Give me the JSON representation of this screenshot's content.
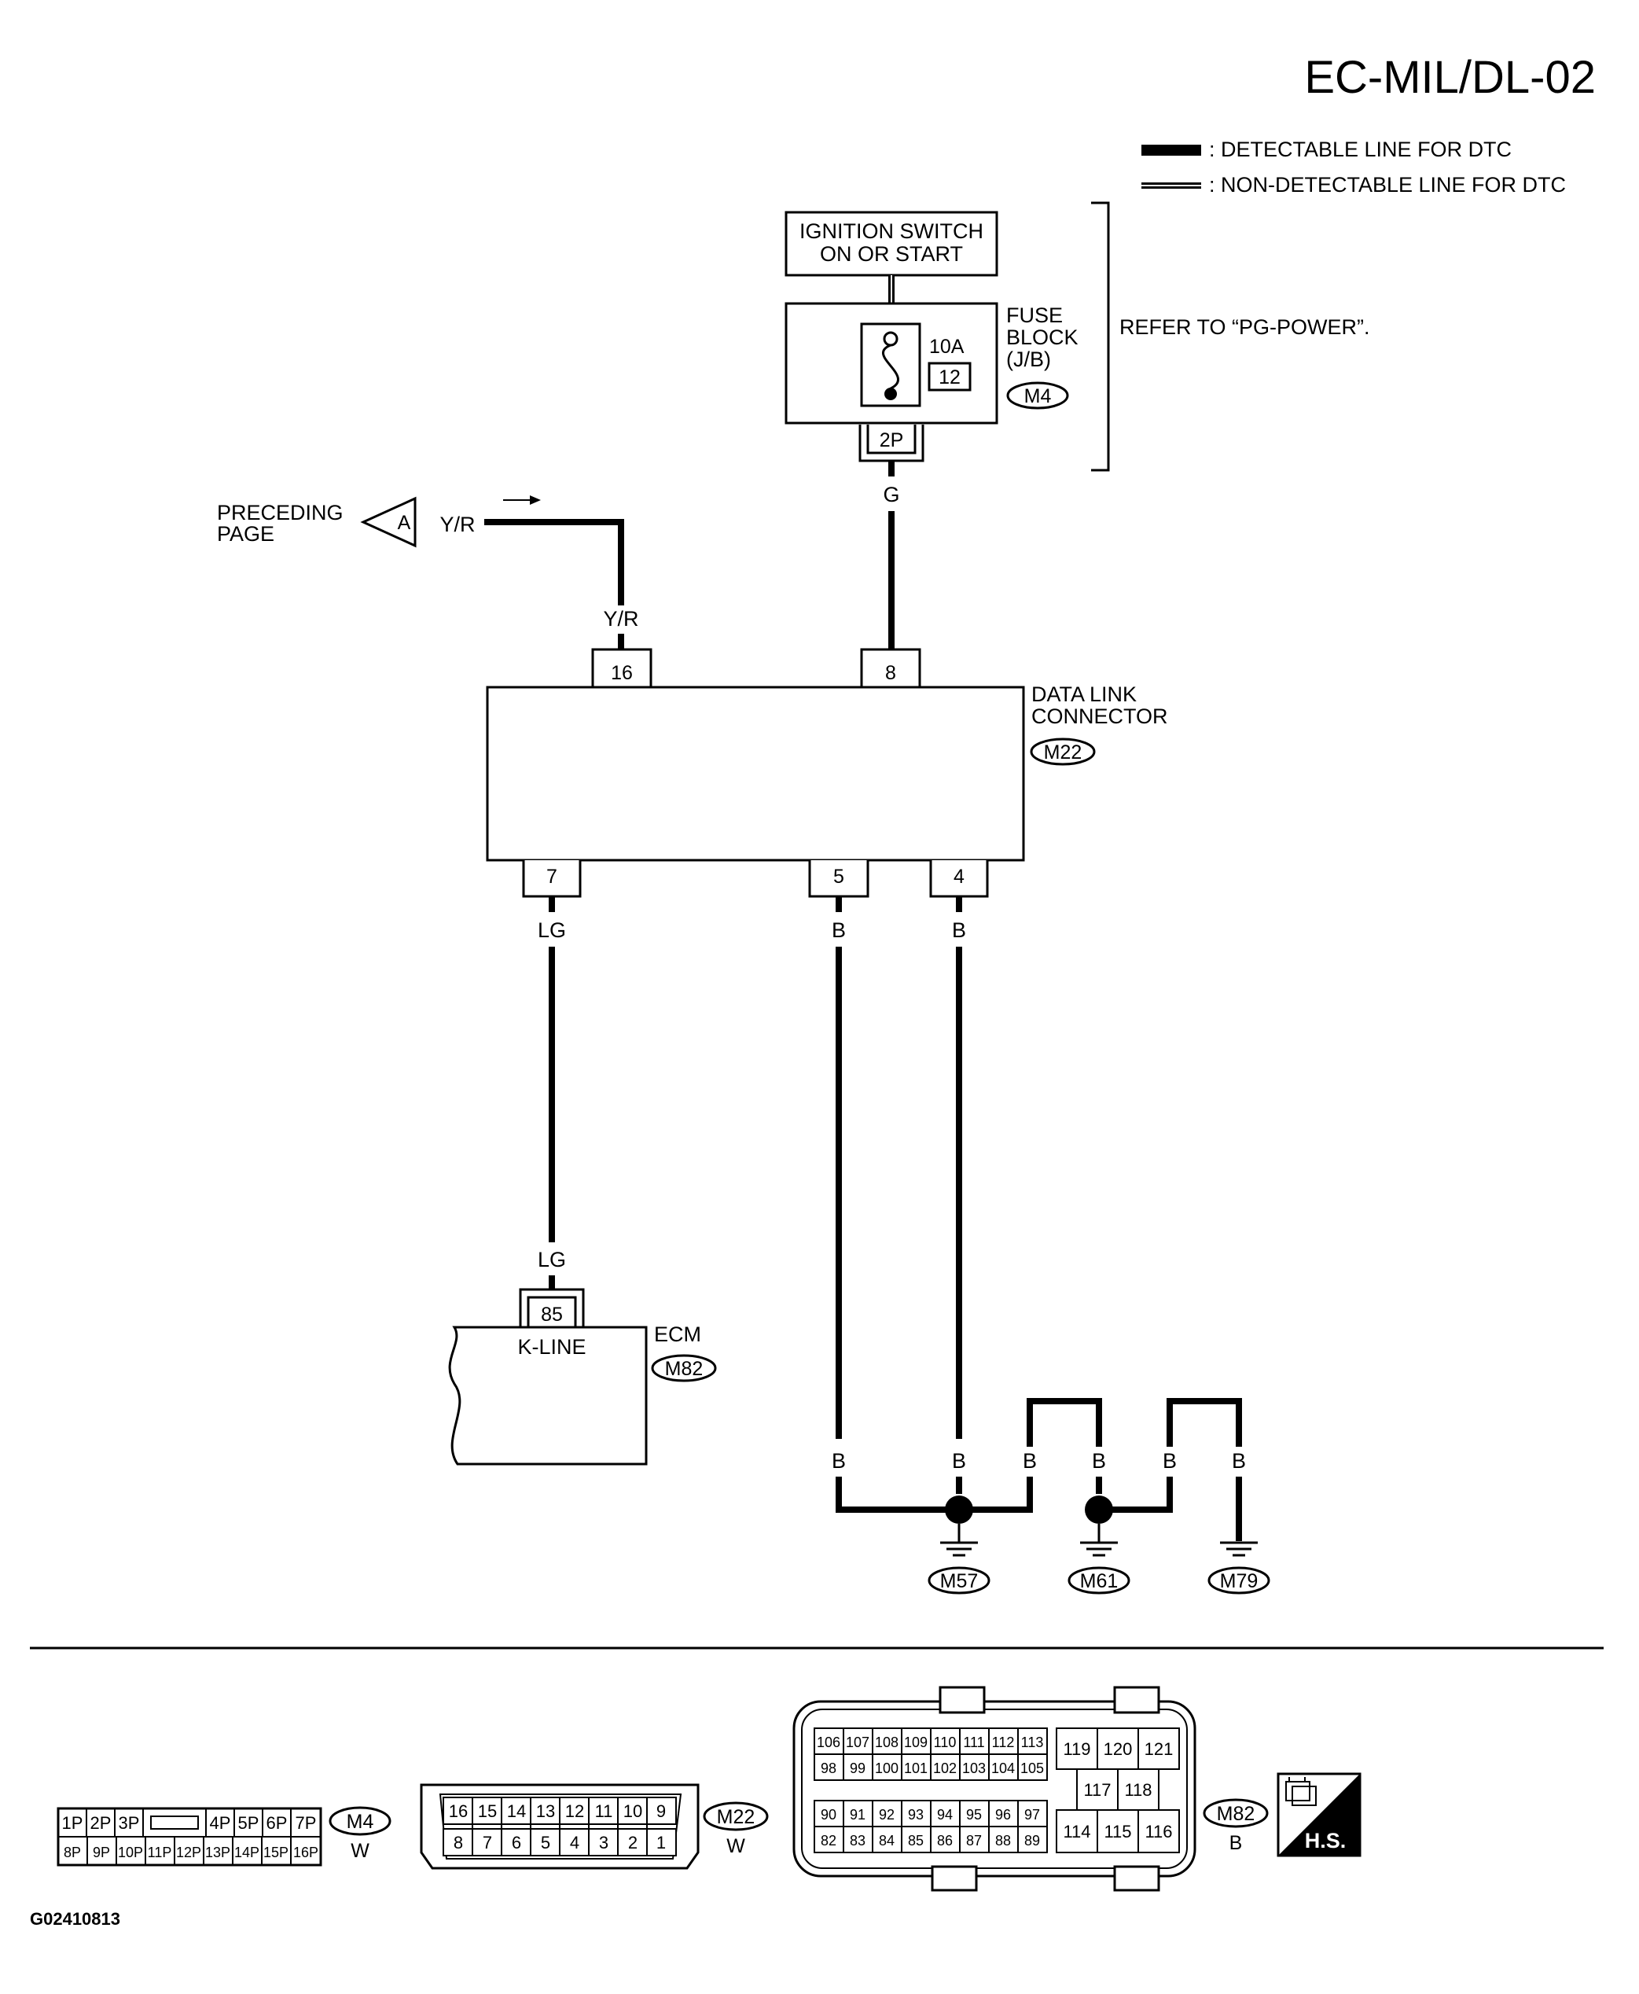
{
  "page_id": "EC-MIL/DL-02",
  "legend": {
    "detectable": ": DETECTABLE LINE FOR DTC",
    "non_detectable": ": NON-DETECTABLE LINE FOR DTC"
  },
  "ignition": {
    "line1": "IGNITION SWITCH",
    "line2": "ON OR START"
  },
  "fuse": {
    "amp": "10A",
    "number": "12",
    "title1": "FUSE",
    "title2": "BLOCK",
    "title3": "(J/B)",
    "connector": "M4",
    "terminal": "2P"
  },
  "refer": "REFER TO “PG-POWER”.",
  "preceding": {
    "line1": "PRECEDING",
    "line2": "PAGE",
    "marker": "A",
    "wire": "Y/R"
  },
  "wires": {
    "g": "G",
    "yr": "Y/R",
    "lg_top": "LG",
    "lg_bottom": "LG",
    "b5": "B",
    "b4": "B",
    "ground": [
      "B",
      "B",
      "B",
      "B",
      "B",
      "B"
    ]
  },
  "dlc": {
    "line1": "DATA LINK",
    "line2": "CONNECTOR",
    "connector": "M22",
    "pins": {
      "p16": "16",
      "p8": "8",
      "p7": "7",
      "p5": "5",
      "p4": "4"
    }
  },
  "ecm": {
    "title": "ECM",
    "connector": "M82",
    "pin": "85",
    "name": "K-LINE"
  },
  "grounds": [
    "M57",
    "M61",
    "M79"
  ],
  "connectors": {
    "m4": {
      "id": "M4",
      "color": "W",
      "top": [
        "1P",
        "2P",
        "3P",
        "4P",
        "5P",
        "6P",
        "7P"
      ],
      "bottom": [
        "8P",
        "9P",
        "10P",
        "11P",
        "12P",
        "13P",
        "14P",
        "15P",
        "16P"
      ]
    },
    "m22": {
      "id": "M22",
      "color": "W",
      "top": [
        "16",
        "15",
        "14",
        "13",
        "12",
        "11",
        "10",
        "9"
      ],
      "bottom": [
        "8",
        "7",
        "6",
        "5",
        "4",
        "3",
        "2",
        "1"
      ]
    },
    "m82": {
      "id": "M82",
      "color": "B",
      "left_rows": [
        [
          "106",
          "107",
          "108",
          "109",
          "110",
          "111",
          "112",
          "113"
        ],
        [
          "98",
          "99",
          "100",
          "101",
          "102",
          "103",
          "104",
          "105"
        ],
        [
          "90",
          "91",
          "92",
          "93",
          "94",
          "95",
          "96",
          "97"
        ],
        [
          "82",
          "83",
          "84",
          "85",
          "86",
          "87",
          "88",
          "89"
        ]
      ],
      "right_top": [
        "119",
        "120",
        "121"
      ],
      "right_mid": [
        "117",
        "118"
      ],
      "right_bottom": [
        "114",
        "115",
        "116"
      ]
    }
  },
  "hs": "H.S.",
  "footer_code": "G02410813"
}
